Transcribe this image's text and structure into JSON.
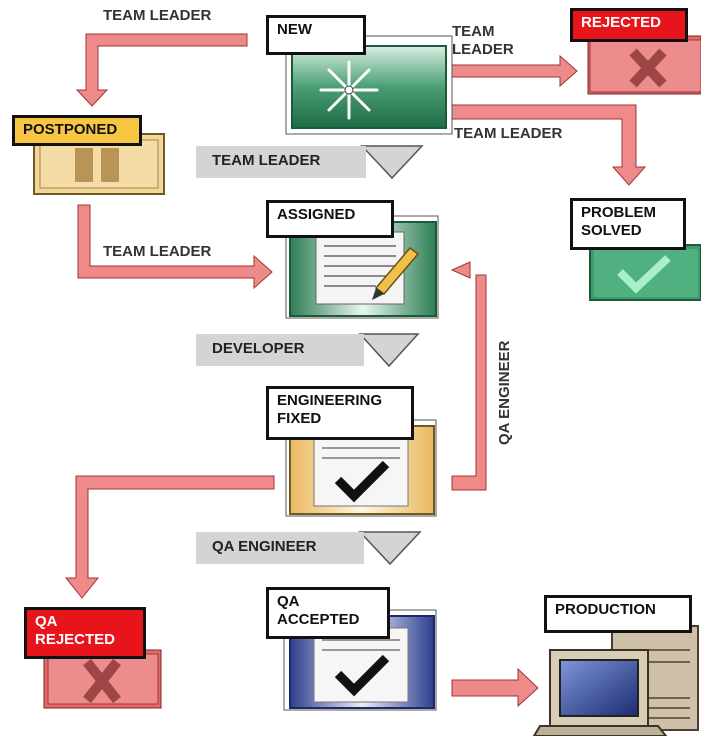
{
  "nodes": {
    "new": "NEW",
    "rejected": "REJECTED",
    "postponed": "POSTPONED",
    "problem_solved": "PROBLEM\nSOLVED",
    "assigned": "ASSIGNED",
    "engineering_fixed": "ENGINEERING\nFIXED",
    "qa_rejected": "QA\nREJECTED",
    "qa_accepted": "QA\nACCEPTED",
    "production": "PRODUCTION"
  },
  "roles": {
    "team_leader": "TEAM LEADER",
    "team_leader_split": "TEAM\nLEADER",
    "developer": "DEVELOPER",
    "qa_engineer": "QA ENGINEER"
  },
  "colors": {
    "arrow": "#ef8a8a",
    "green": "#3f9a6c",
    "red_card": "#e26a6a",
    "yellow_card": "#f2d597",
    "blue_card": "#2e3f8f"
  }
}
